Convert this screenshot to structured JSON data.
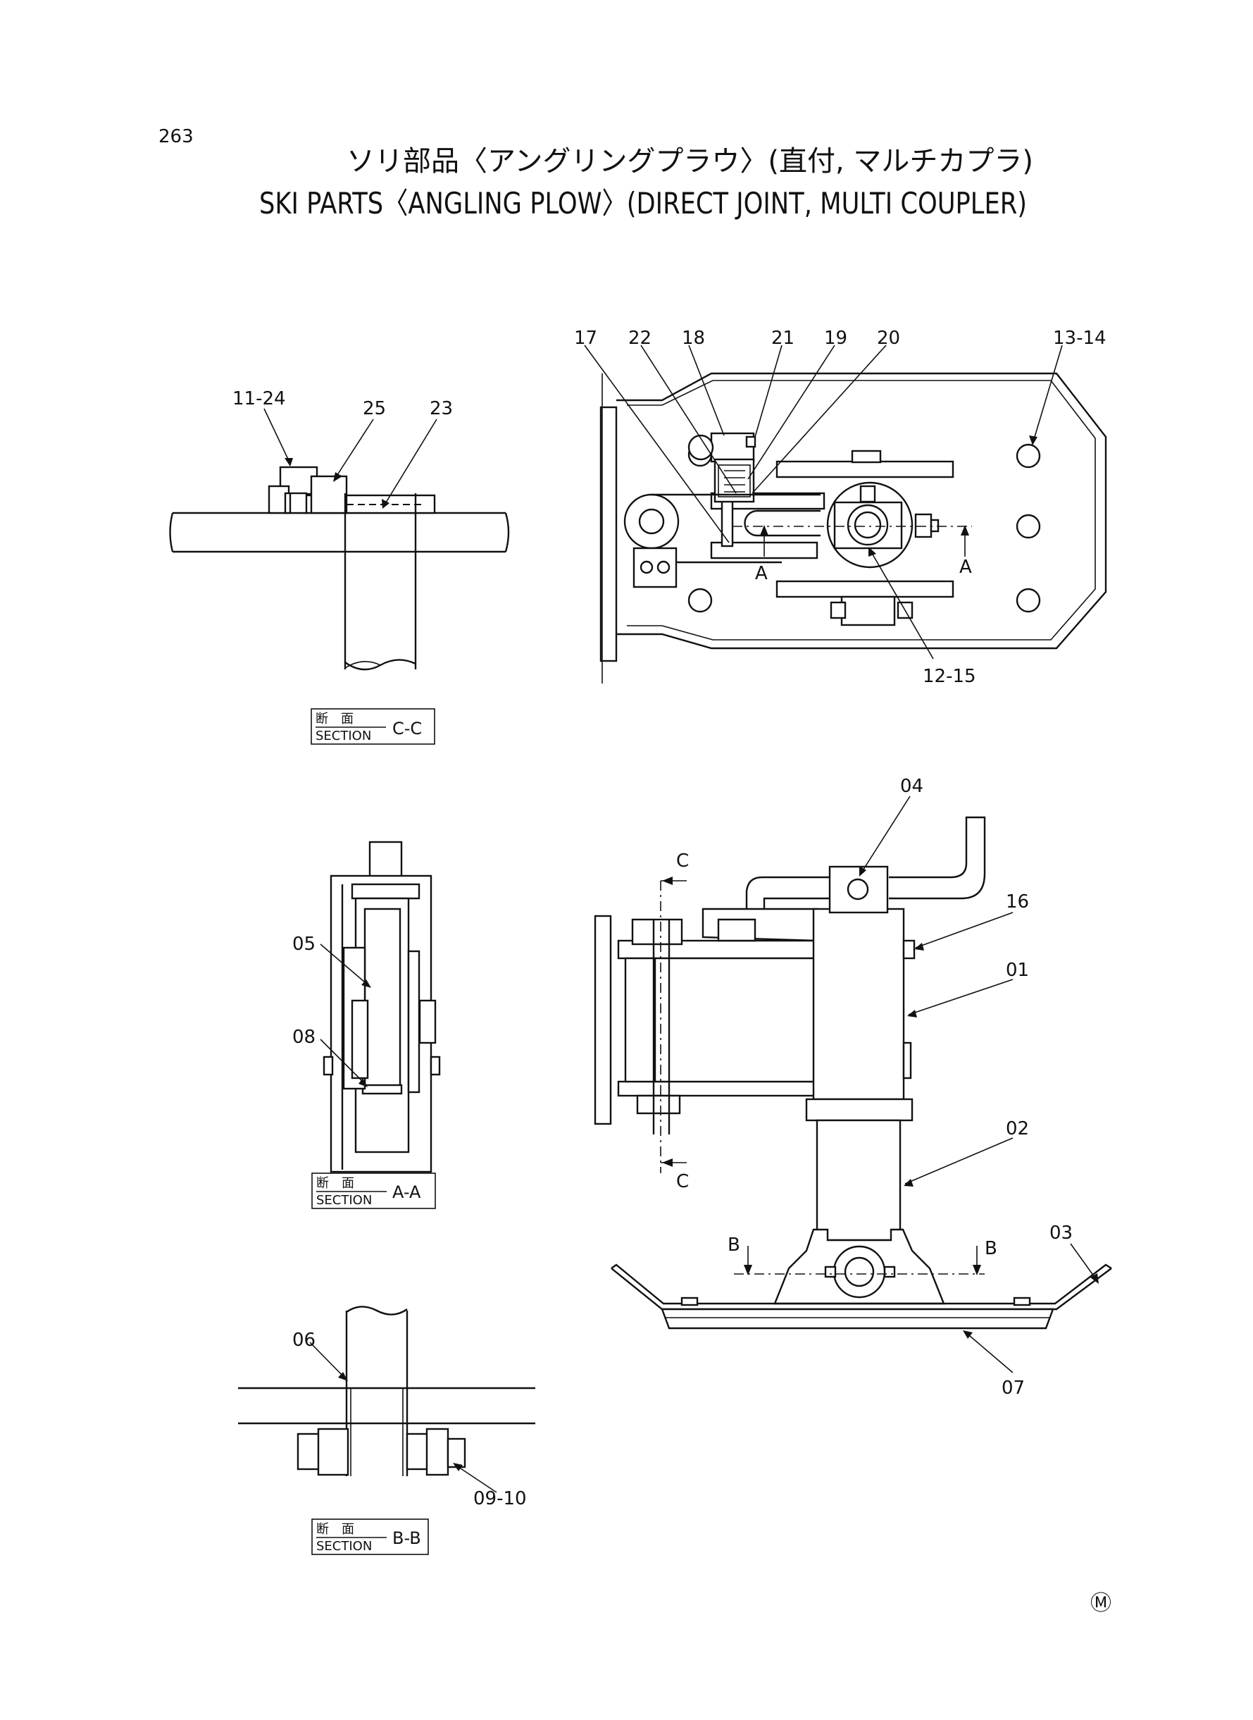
{
  "page_number": "263",
  "title_jp": "ソリ部品〈アングリングプラウ〉(直付, マルチカプラ)",
  "title_en": "SKI PARTS〈ANGLING PLOW〉(DIRECT JOINT, MULTI COUPLER)",
  "sections": {
    "cc": {
      "jp": "断　面",
      "en": "SECTION",
      "id": "C-C"
    },
    "aa": {
      "jp": "断　面",
      "en": "SECTION",
      "id": "A-A"
    },
    "bb": {
      "jp": "断　面",
      "en": "SECTION",
      "id": "B-B"
    }
  },
  "callouts": {
    "p11_24": "11-24",
    "p25": "25",
    "p23": "23",
    "p17": "17",
    "p22": "22",
    "p18": "18",
    "p21": "21",
    "p19": "19",
    "p20": "20",
    "p13_14": "13-14",
    "p12_15": "12-15",
    "p05": "05",
    "p08": "08",
    "p06": "06",
    "p09_10": "09-10",
    "p04": "04",
    "p16": "16",
    "p01": "01",
    "p02": "02",
    "p03": "03",
    "p07": "07"
  },
  "cut_marks": {
    "a": "A",
    "b": "B",
    "c": "C"
  },
  "stamp": "Ⓜ"
}
